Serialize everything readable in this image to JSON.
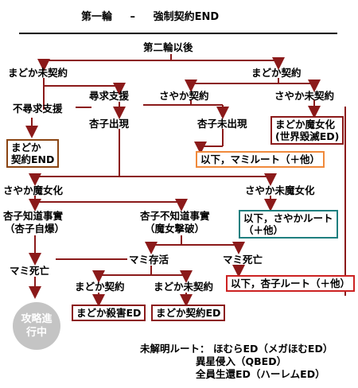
{
  "title": {
    "left": "第一輪",
    "dash": "–",
    "right": "強制契約END"
  },
  "colors": {
    "line": "#8b1a1a",
    "box_brown": "#8b4513",
    "box_orange": "#f08a3c",
    "box_teal": "#1e7f7f",
    "box_red": "#cc2222",
    "box_darkred": "#8b1a1a",
    "circle": "#c4c4c4"
  },
  "nodes": {
    "after2": "第二輪以後",
    "madoka_no": "まどか未契約",
    "madoka_yes": "まどか契約",
    "fujin_shien": "尋求支援",
    "fu_fujin_shien": "不尋求支援",
    "sayaka_yes": "さやか契約",
    "sayaka_no": "さやか未契約",
    "kyoko_appear": "杏子出現",
    "kyoko_noappear": "杏子未出現",
    "sayaka_witch": "さやか魔女化",
    "sayaka_nowitch": "さやか未魔女化",
    "kyoko_know": "杏子知道事實",
    "kyoko_know_sub": "（杏子自爆）",
    "kyoko_noknow": "杏子不知道事實",
    "kyoko_noknow_sub": "（魔女撃破）",
    "mami_dead1": "マミ死亡",
    "mami_alive": "マミ存活",
    "mami_dead2": "マミ死亡",
    "madoka_yes2": "まどか契約",
    "madoka_no2": "まどか未契約",
    "unsolved_label": "未解明ルート：",
    "unsolved_1": "ほむらED（メガほむED）",
    "unsolved_2": "異星侵入（QBED）",
    "unsolved_3": "全員生還ED（ハーレムED）"
  },
  "boxes": {
    "madoka_keiyaku_end": "まどか\n契約END",
    "madoka_majo": "まどか魔女化\n(世界毀滅ED)",
    "mami_route": "以下，マミルート（＋他）",
    "sayaka_route": "以下，さやかルート\n（＋他）",
    "kyoko_route": "以下，杏子ルート（＋他）",
    "madoka_satsugai": "まどか殺害ED",
    "madoka_keiyaku_ed": "まどか契約ED"
  },
  "circle": "攻略進\n行中"
}
